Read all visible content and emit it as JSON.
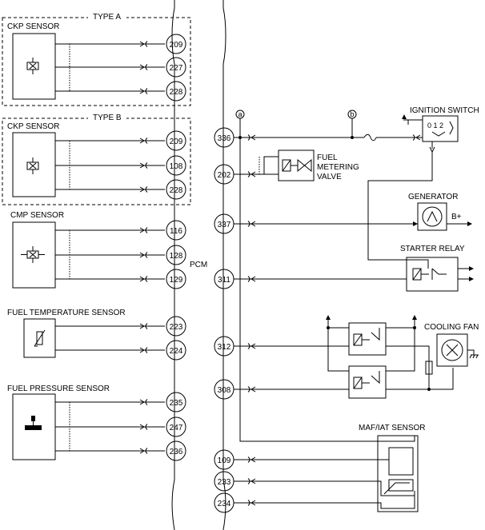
{
  "pcm": {
    "label": "PCM"
  },
  "groups": {
    "type_a": "TYPE A",
    "type_b": "TYPE B"
  },
  "sensors": {
    "ckp_a": "CKP SENSOR",
    "ckp_b": "CKP SENSOR",
    "cmp": "CMP SENSOR",
    "fuel_temp": "FUEL TEMPERATURE SENSOR",
    "fuel_pressure": "FUEL PRESSURE SENSOR",
    "maf_iat": "MAF/IAT SENSOR"
  },
  "components": {
    "fuel_valve_line1": "FUEL",
    "fuel_valve_line2": "METERING",
    "fuel_valve_line3": "VALVE",
    "ignition_switch": "IGNITION SWITCH",
    "ignition_positions": "0 1 2",
    "generator": "GENERATOR",
    "b_plus": "B+",
    "starter_relay": "STARTER RELAY",
    "cooling_fan": "COOLING FAN"
  },
  "junctions": {
    "a": "a",
    "b": "b"
  },
  "left_pins": [
    "209",
    "227",
    "228",
    "209",
    "108",
    "228",
    "116",
    "128",
    "129",
    "223",
    "224",
    "235",
    "247",
    "236"
  ],
  "right_pins": [
    "336",
    "202",
    "337",
    "311",
    "312",
    "308",
    "109",
    "233",
    "234"
  ]
}
